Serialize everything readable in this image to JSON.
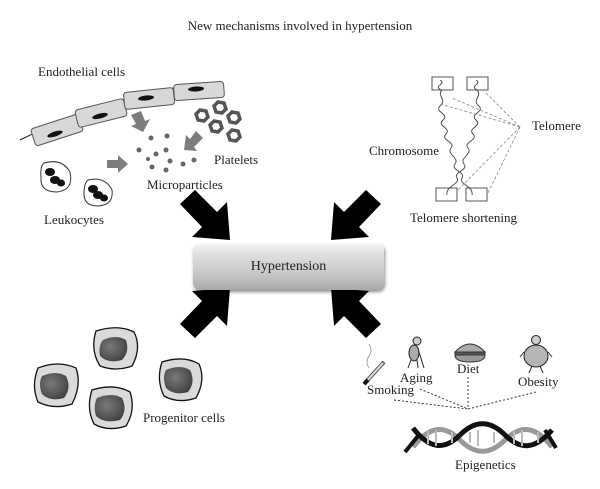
{
  "title": "New mechanisms involved in hypertension",
  "center": {
    "label": "Hypertension"
  },
  "mechanisms": {
    "vascular": {
      "endothelial_cells": "Endothelial cells",
      "platelets": "Platelets",
      "microparticles": "Microparticles",
      "leukocytes": "Leukocytes"
    },
    "telomere": {
      "chromosome": "Chromosome",
      "telomere": "Telomere",
      "telomere_shortening": "Telomere shortening"
    },
    "progenitor": {
      "progenitor_cells": "Progenitor cells"
    },
    "epigenetics": {
      "smoking": "Smoking",
      "aging": "Aging",
      "diet": "Diet",
      "obesity": "Obesity",
      "epigenetics": "Epigenetics"
    }
  },
  "arrows": [
    "top-left-to-center",
    "top-right-to-center",
    "bottom-left-to-center",
    "bottom-right-to-center"
  ],
  "colors": {
    "arrow": "#000000",
    "cell_fill": "#d6d6d6",
    "nucleus": "#5a5a5a",
    "small_arrow": "#808080"
  }
}
